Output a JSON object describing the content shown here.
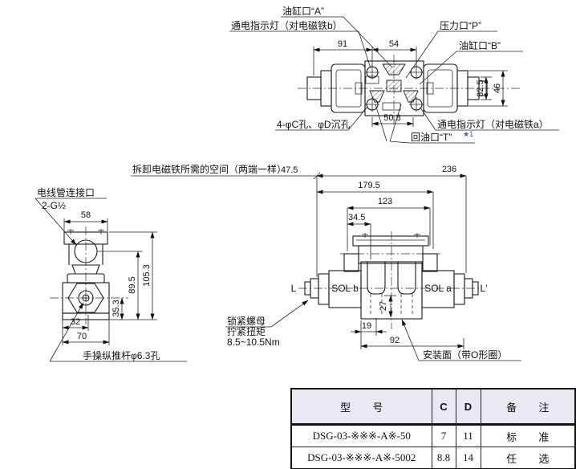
{
  "title": "DSG-03 电磁换向阀外形尺寸图",
  "colors": {
    "line": "#1a1a1a",
    "dim_line": "#222222",
    "note_star": "#3a57c8",
    "table_header_bg": "#e9e9f2",
    "background": "#ffffff"
  },
  "top_view": {
    "label_port_a": "油缸口“A”",
    "label_indicator_b": "通电指示灯（对电磁铁b）",
    "label_port_p": "压力口“P”",
    "label_port_b": "油缸口“B”",
    "label_holes": "4-φC孔、φD沉孔",
    "label_indicator_a": "通电指示灯（对电磁铁a）",
    "label_port_t": "回油口“T”",
    "label_port_t_note": "★1",
    "dim_91": "91",
    "dim_54": "54",
    "dim_50_8": "50.8",
    "dim_32_5": "32.5",
    "dim_46": "46"
  },
  "side_view": {
    "label_conduit_1": "电线管连接口",
    "label_conduit_2": "2-G½",
    "label_pushrod": "手操纵推杆φ6.3孔",
    "dim_58": "58",
    "dim_32": "32",
    "dim_70": "70",
    "dim_35_3": "35.3",
    "dim_89_5": "89.5",
    "dim_105_3": "105.3"
  },
  "front_view": {
    "label_removal_space": "拆卸电磁铁所需的空间（两端一样）",
    "dim_47_5": "47.5",
    "dim_236": "236",
    "dim_179_5": "179.5",
    "dim_123": "123",
    "dim_34_5": "34.5",
    "dim_27": "27",
    "dim_19": "19",
    "dim_92": "92",
    "label_sol_b": "SOL b",
    "label_sol_a": "SOL a",
    "label_l": "L",
    "label_l_prime": "L′",
    "label_lock_nut_1": "锁紧螺母",
    "label_lock_nut_2": "拧紧扭矩",
    "label_lock_nut_3": "8.5~10.5Nm",
    "label_mounting": "安装面（带O形圈）"
  },
  "table": {
    "col_model": "型　号",
    "col_c": "C",
    "col_d": "D",
    "col_note": "备　注",
    "rows": [
      {
        "model": "DSG-03-※※※-A※-50",
        "c": "7",
        "d": "11",
        "note": "标　准"
      },
      {
        "model": "DSG-03-※※※-A※-5002",
        "c": "8.8",
        "d": "14",
        "note": "任　选"
      }
    ]
  }
}
